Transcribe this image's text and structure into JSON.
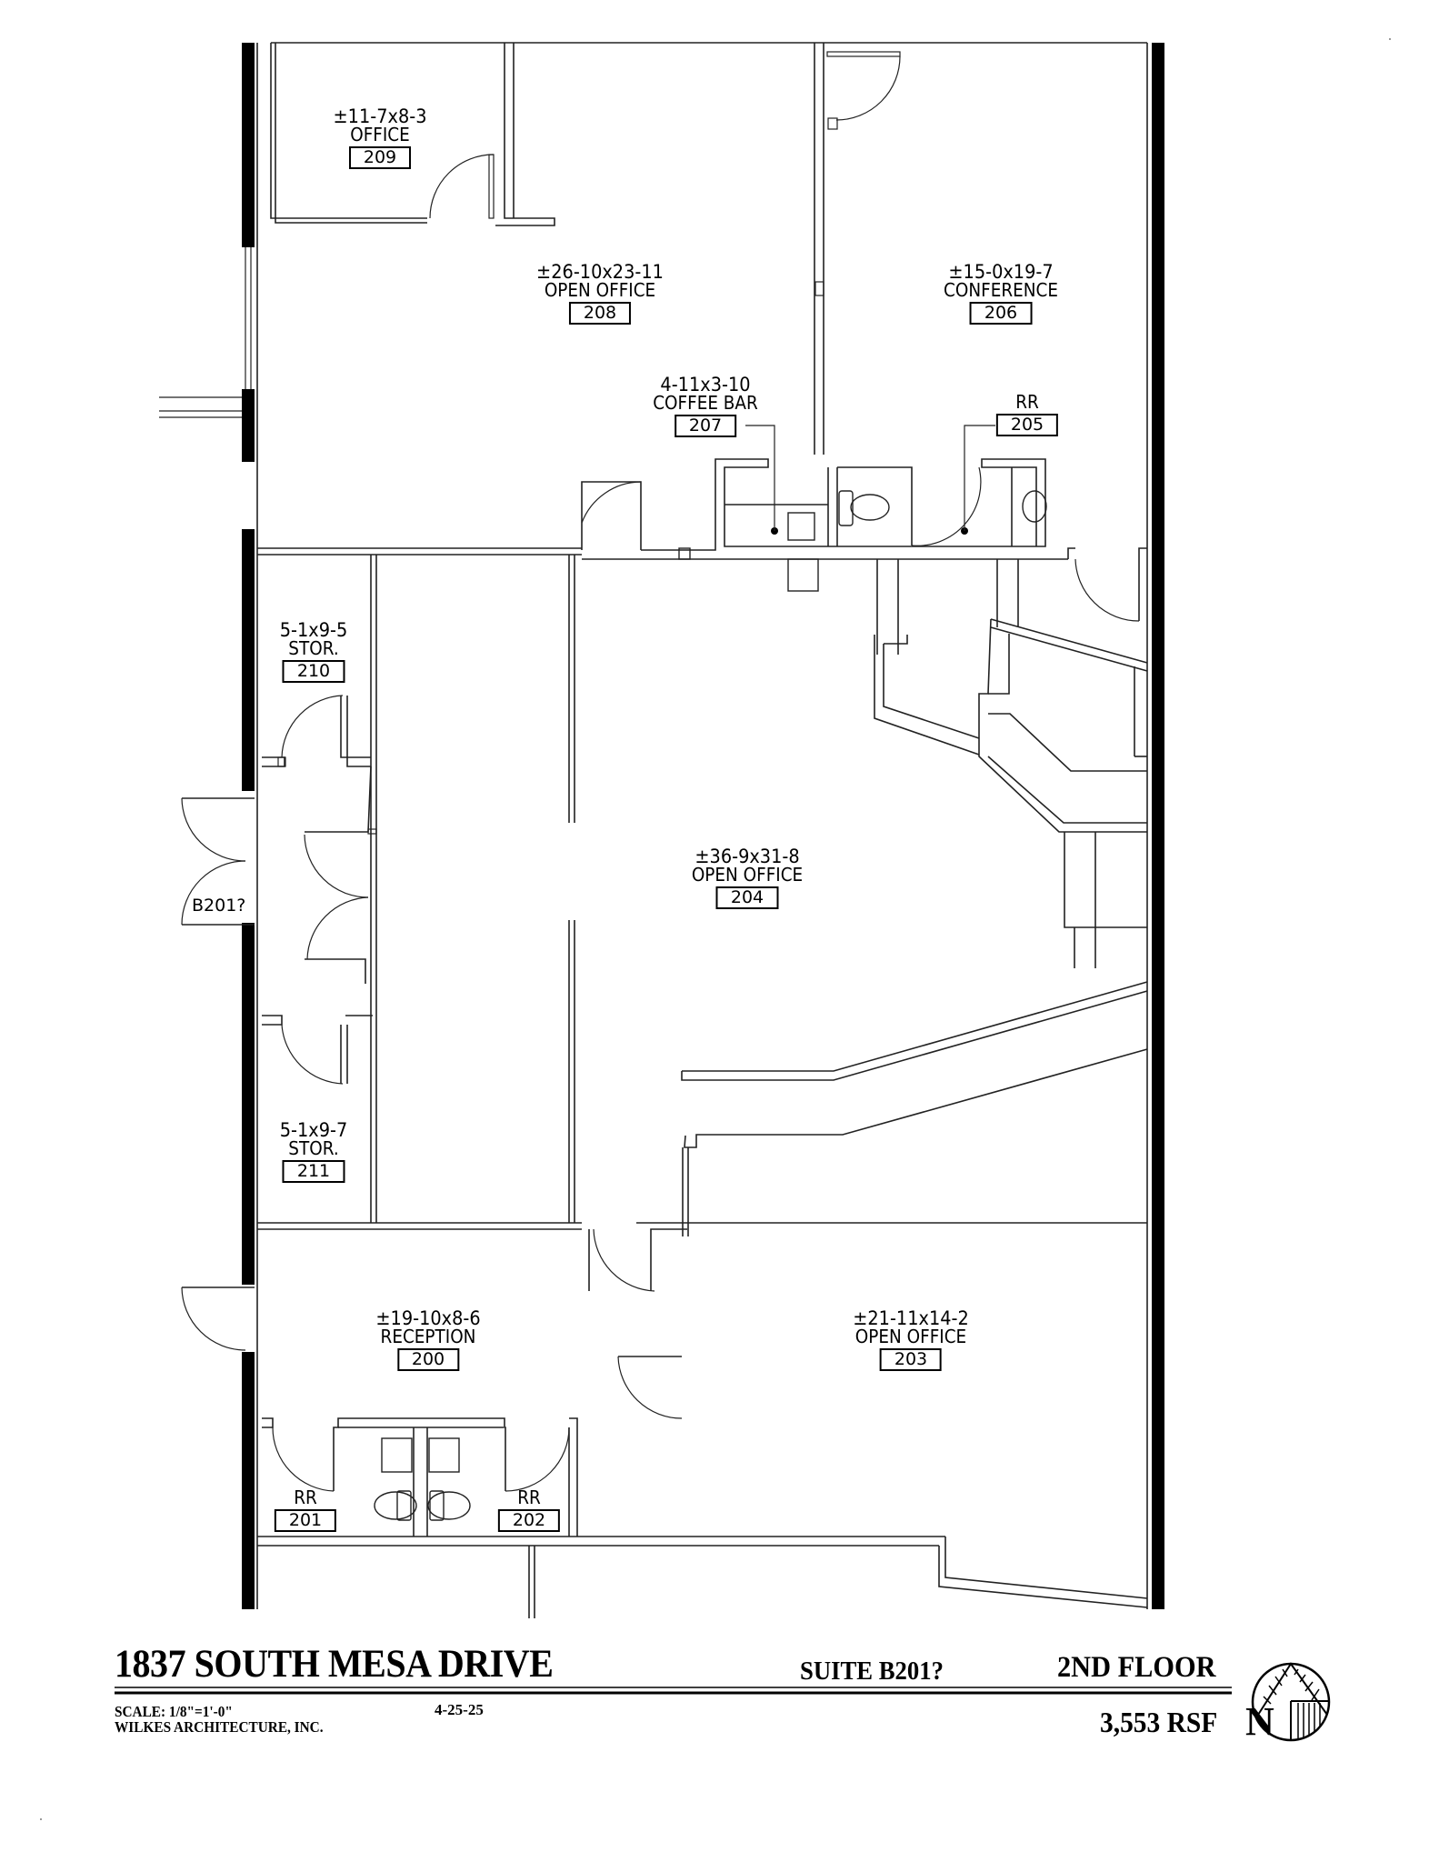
{
  "drawing": {
    "type": "floor plan",
    "rooms": [
      {
        "number": "209",
        "name": "OFFICE",
        "dimensions": "±11-7x8-3"
      },
      {
        "number": "208",
        "name": "OPEN OFFICE",
        "dimensions": "±26-10x23-11"
      },
      {
        "number": "206",
        "name": "CONFERENCE",
        "dimensions": "±15-0x19-7"
      },
      {
        "number": "207",
        "name": "COFFEE BAR",
        "dimensions": "4-11x3-10"
      },
      {
        "number": "205",
        "name": "RR",
        "dimensions": ""
      },
      {
        "number": "210",
        "name": "STOR.",
        "dimensions": "5-1x9-5"
      },
      {
        "number": "204",
        "name": "OPEN OFFICE",
        "dimensions": "±36-9x31-8"
      },
      {
        "number": "211",
        "name": "STOR.",
        "dimensions": "5-1x9-7"
      },
      {
        "number": "200",
        "name": "RECEPTION",
        "dimensions": "±19-10x8-6"
      },
      {
        "number": "203",
        "name": "OPEN OFFICE",
        "dimensions": "±21-11x14-2"
      },
      {
        "number": "201",
        "name": "RR",
        "dimensions": ""
      },
      {
        "number": "202",
        "name": "RR",
        "dimensions": ""
      }
    ],
    "entry_door_label": "B201?"
  },
  "title_block": {
    "address": "1837 SOUTH MESA DRIVE",
    "suite": "SUITE B201?",
    "floor": "2ND FLOOR",
    "scale": "SCALE: 1/8\"=1'-0\"",
    "date": "4-25-25",
    "architect": "WILKES ARCHITECTURE, INC.",
    "area": "3,553 RSF",
    "north_label": "N"
  },
  "icons": {
    "north_arrow": "north-arrow-icon",
    "toilet": "toilet-icon",
    "sink": "sink-icon"
  }
}
